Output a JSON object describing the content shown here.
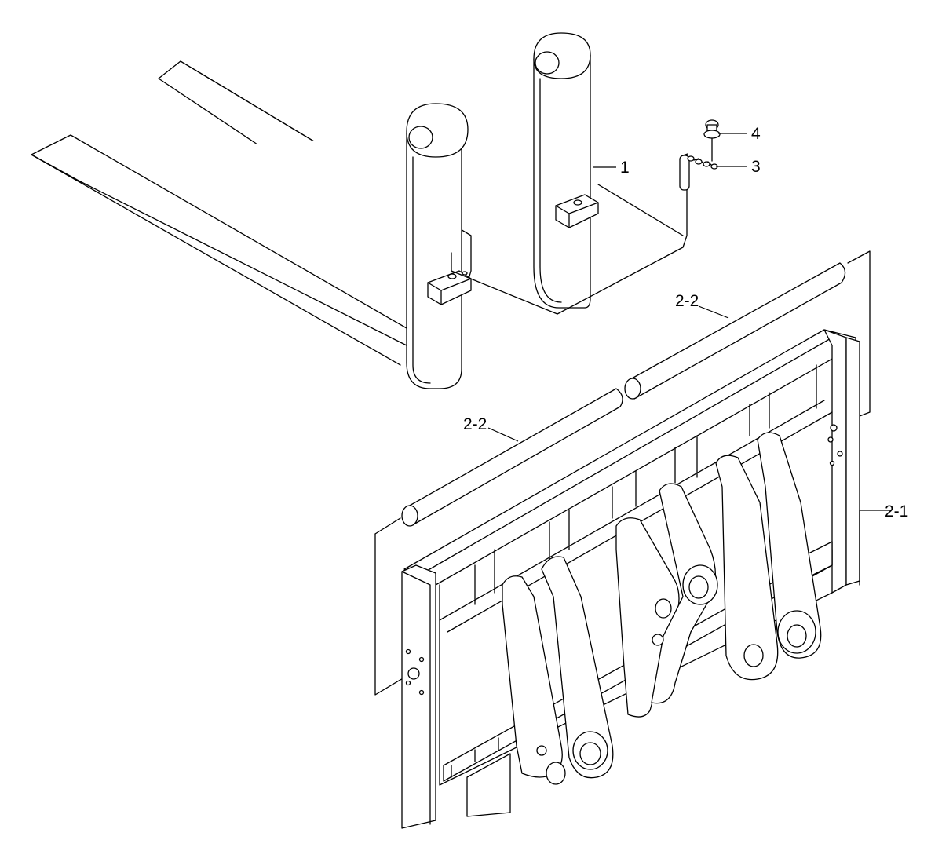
{
  "callouts": {
    "part_1": "1",
    "part_2_1": "2-1",
    "part_2_2_upper": "2-2",
    "part_2_2_lower": "2-2",
    "part_3": "3",
    "part_4": "4"
  },
  "colors": {
    "line": "#000000",
    "background": "#ffffff"
  }
}
